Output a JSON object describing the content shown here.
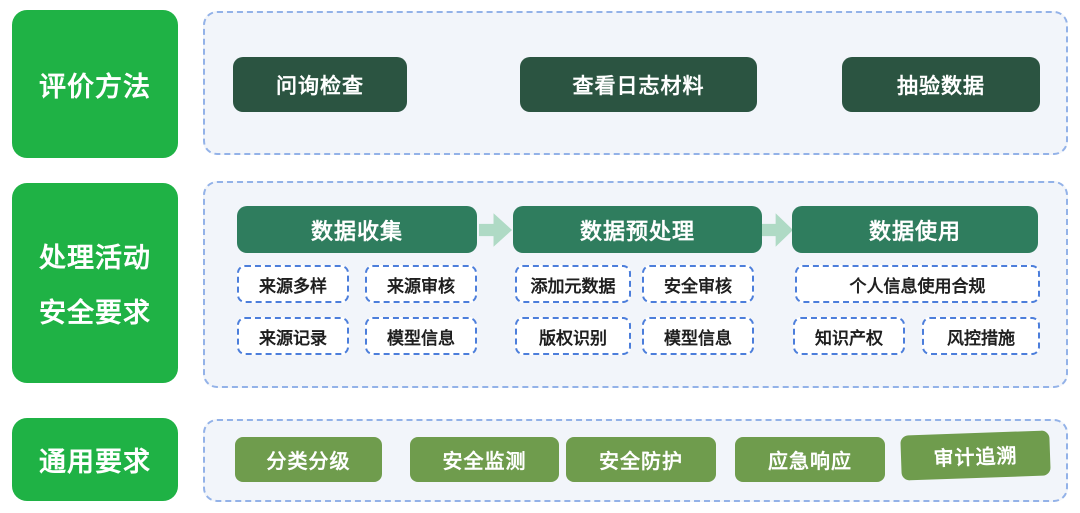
{
  "colors": {
    "bright_green": "#1FB245",
    "dark_green": "#2B5441",
    "mid_green": "#2F7D5E",
    "olive_green": "#6F9C4D",
    "arrow_green": "#AFDAC5",
    "frame_bg": "#F2F5FA",
    "frame_border": "#93B2E8",
    "item_border": "#4C7EDB"
  },
  "section1": {
    "label": "评价方法",
    "buttons": [
      "问询检查",
      "查看日志材料",
      "抽验数据"
    ]
  },
  "section2": {
    "label_line1": "处理活动",
    "label_line2": "安全要求",
    "col1": {
      "header": "数据收集",
      "items": [
        "来源多样",
        "来源审核",
        "来源记录",
        "模型信息"
      ]
    },
    "col2": {
      "header": "数据预处理",
      "items": [
        "添加元数据",
        "安全审核",
        "版权识别",
        "模型信息"
      ]
    },
    "col3": {
      "header": "数据使用",
      "item_wide": "个人信息使用合规",
      "items": [
        "知识产权",
        "风控措施"
      ]
    }
  },
  "section3": {
    "label": "通用要求",
    "buttons": [
      "分类分级",
      "安全监测",
      "安全防护",
      "应急响应",
      "审计追溯"
    ]
  }
}
